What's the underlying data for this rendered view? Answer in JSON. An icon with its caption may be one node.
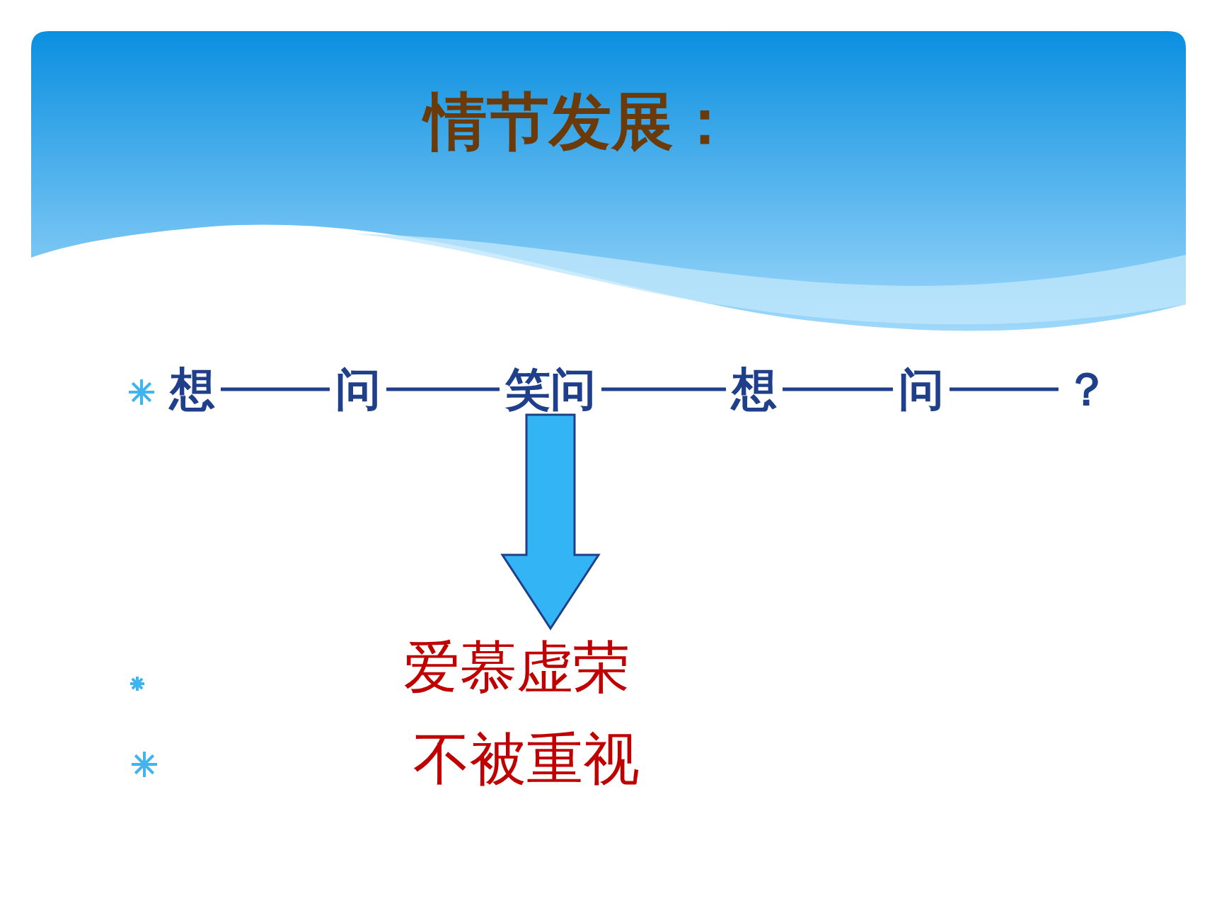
{
  "diagram": {
    "title": "情节发展：",
    "nodes": [
      {
        "text": [
          "想"
        ]
      },
      {
        "text": [
          "问"
        ]
      },
      {
        "text": [
          "笑问"
        ]
      },
      {
        "text": [
          "想"
        ]
      },
      {
        "text": [
          "问"
        ]
      },
      {
        "text": [
          "？"
        ]
      },
      {
        "text": [
          "爱慕虚荣"
        ]
      }
    ],
    "edges": [
      {
        "from": 0,
        "to": 1,
        "arrow": "none"
      },
      {
        "from": 1,
        "to": 2,
        "arrow": "none"
      },
      {
        "from": 2,
        "to": 3,
        "arrow": "none"
      },
      {
        "from": 3,
        "to": 4,
        "arrow": "none"
      },
      {
        "from": 4,
        "to": 5,
        "arrow": "none"
      },
      {
        "from": 2,
        "to": 6,
        "arrow": "to",
        "style": "thick"
      }
    ],
    "labels": [
      "不被重视"
    ]
  }
}
